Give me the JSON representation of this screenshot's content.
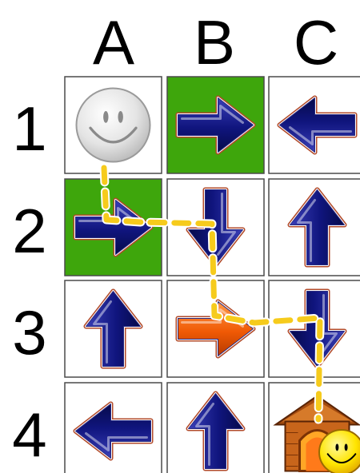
{
  "board": {
    "columns": [
      "A",
      "B",
      "C"
    ],
    "rows": [
      "1",
      "2",
      "3",
      "4"
    ],
    "cells": [
      [
        {
          "id": "A1",
          "tile": "start",
          "background": "white",
          "content": "gray-smiley-token"
        },
        {
          "id": "B1",
          "tile": "arrow",
          "background": "green",
          "direction": "right",
          "color": "navy"
        },
        {
          "id": "C1",
          "tile": "arrow",
          "background": "white",
          "direction": "left",
          "color": "navy"
        }
      ],
      [
        {
          "id": "A2",
          "tile": "arrow",
          "background": "green",
          "direction": "right",
          "color": "navy"
        },
        {
          "id": "B2",
          "tile": "arrow",
          "background": "white",
          "direction": "down",
          "color": "navy"
        },
        {
          "id": "C2",
          "tile": "arrow",
          "background": "white",
          "direction": "up",
          "color": "navy"
        }
      ],
      [
        {
          "id": "A3",
          "tile": "arrow",
          "background": "white",
          "direction": "up",
          "color": "navy"
        },
        {
          "id": "B3",
          "tile": "arrow",
          "background": "white",
          "direction": "right",
          "color": "orange"
        },
        {
          "id": "C3",
          "tile": "arrow",
          "background": "white",
          "direction": "down",
          "color": "navy"
        }
      ],
      [
        {
          "id": "A4",
          "tile": "arrow",
          "background": "white",
          "direction": "left",
          "color": "navy"
        },
        {
          "id": "B4",
          "tile": "arrow",
          "background": "white",
          "direction": "up",
          "color": "navy"
        },
        {
          "id": "C4",
          "tile": "goal",
          "background": "white",
          "content": "house-with-yellow-smiley"
        }
      ]
    ],
    "path": [
      "A1",
      "A2",
      "B2",
      "B3",
      "C3",
      "C4"
    ]
  },
  "colors": {
    "green": "#3ea60c",
    "navy": "#10157e",
    "orange": "#f05a05",
    "path": "#f6cb1c",
    "house": "#c8651b",
    "smiley": "#ffe500"
  },
  "icons": [
    "gray-smiley-icon",
    "arrow-icon",
    "house-icon",
    "yellow-smiley-icon",
    "dashed-path"
  ]
}
